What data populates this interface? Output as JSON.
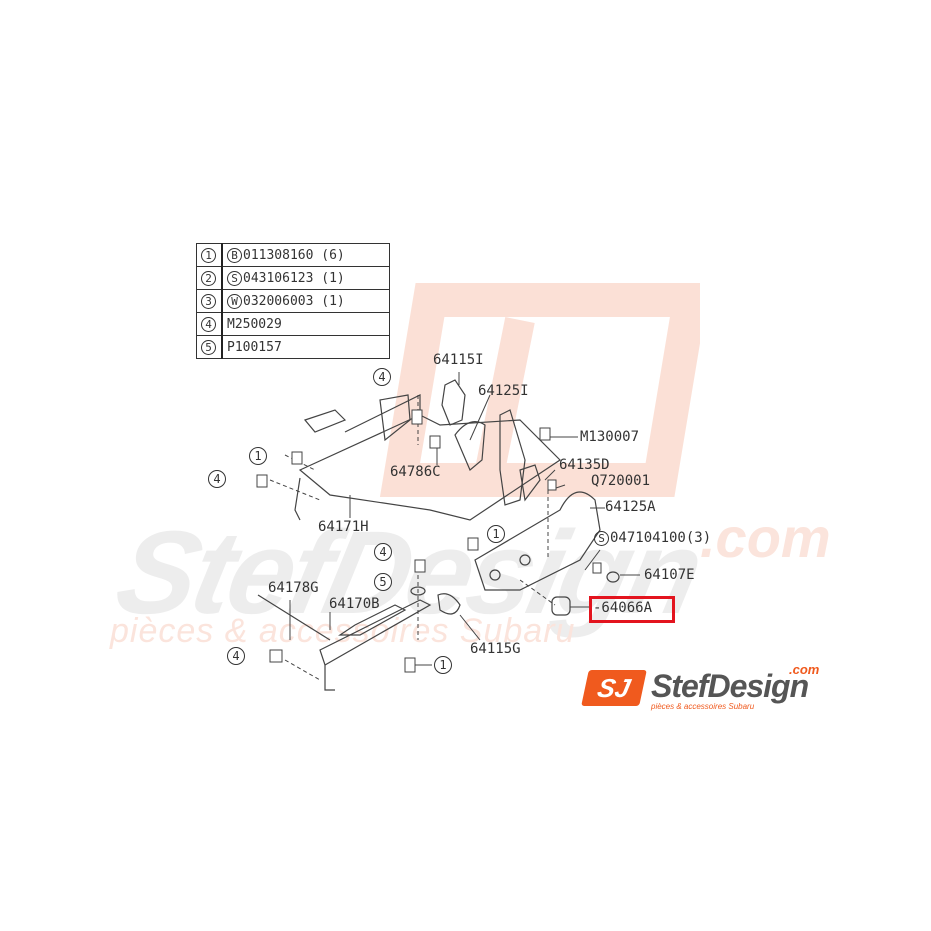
{
  "watermark": {
    "brand": "StefDesign",
    "dotcom": ".com",
    "tagline": "pièces & accessoires Subaru",
    "logo_mark": "SJ"
  },
  "parts_table": [
    {
      "num": "1",
      "prefix": "B",
      "code": "011308160",
      "qty": "(6)"
    },
    {
      "num": "2",
      "prefix": "S",
      "code": "043106123",
      "qty": "(1)"
    },
    {
      "num": "3",
      "prefix": "W",
      "code": "032006003",
      "qty": "(1)"
    },
    {
      "num": "4",
      "prefix": "",
      "code": "M250029",
      "qty": ""
    },
    {
      "num": "5",
      "prefix": "",
      "code": "P100157",
      "qty": ""
    }
  ],
  "part_labels": {
    "p64115I": "64115I",
    "p64125I": "64125I",
    "pM130007": "M130007",
    "p64786C": "64786C",
    "p64135D": "64135D",
    "pQ720001": "Q720001",
    "p64125A": "64125A",
    "p64171H": "64171H",
    "p047104100_prefix": "S",
    "p047104100": "047104100",
    "p047104100_qty": "(3)",
    "p64107E": "64107E",
    "p64066A": "-64066A",
    "p64178G": "64178G",
    "p64170B": "64170B",
    "p64115G": "64115G"
  },
  "callouts": {
    "c4a": "4",
    "c1a": "1",
    "c4b": "4",
    "c1b": "1",
    "c4c": "4",
    "c5a": "5",
    "c4d": "4",
    "c1c": "1"
  },
  "highlight": {
    "part": "64066A",
    "color": "#e3141e"
  },
  "logo": {
    "brand": "StefDesign",
    "dotcom": ".com",
    "tagline": "pièces & accessoires Subaru",
    "mark": "SJ",
    "accent": "#f05a1e"
  }
}
